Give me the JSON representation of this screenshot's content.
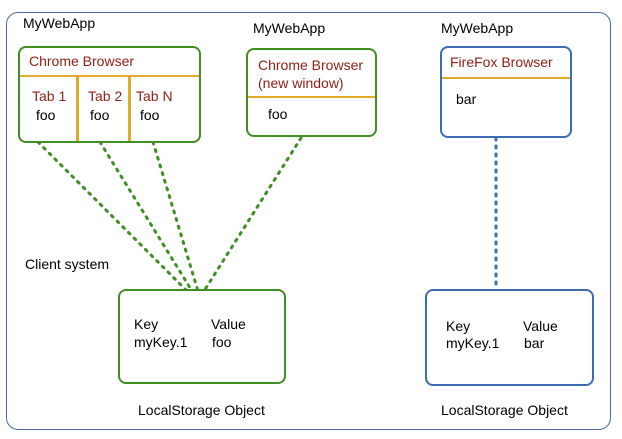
{
  "client_system_label": "Client system",
  "apps": [
    {
      "app_label": "MyWebApp",
      "browser_title": "Chrome Browser",
      "tabs": [
        {
          "title": "Tab 1",
          "value": "foo"
        },
        {
          "title": "Tab 2",
          "value": "foo"
        },
        {
          "title": "Tab N",
          "value": "foo"
        }
      ]
    },
    {
      "app_label": "MyWebApp",
      "browser_title_line1": "Chrome Browser",
      "browser_title_line2": "(new window)",
      "value": "foo"
    },
    {
      "app_label": "MyWebApp",
      "browser_title": "FireFox Browser",
      "value": "bar"
    }
  ],
  "storage": [
    {
      "key_header": "Key",
      "value_header": "Value",
      "key": "myKey.1",
      "value": "foo",
      "caption": "LocalStorage Object"
    },
    {
      "key_header": "Key",
      "value_header": "Value",
      "key": "myKey.1",
      "value": "bar",
      "caption": "LocalStorage Object"
    }
  ],
  "colors": {
    "chrome_border": "#3f8f25",
    "firefox_border": "#3f6cb0",
    "divider": "#e3a92a",
    "browser_title": "#8f1e14",
    "frame": "#4a6aa0"
  }
}
